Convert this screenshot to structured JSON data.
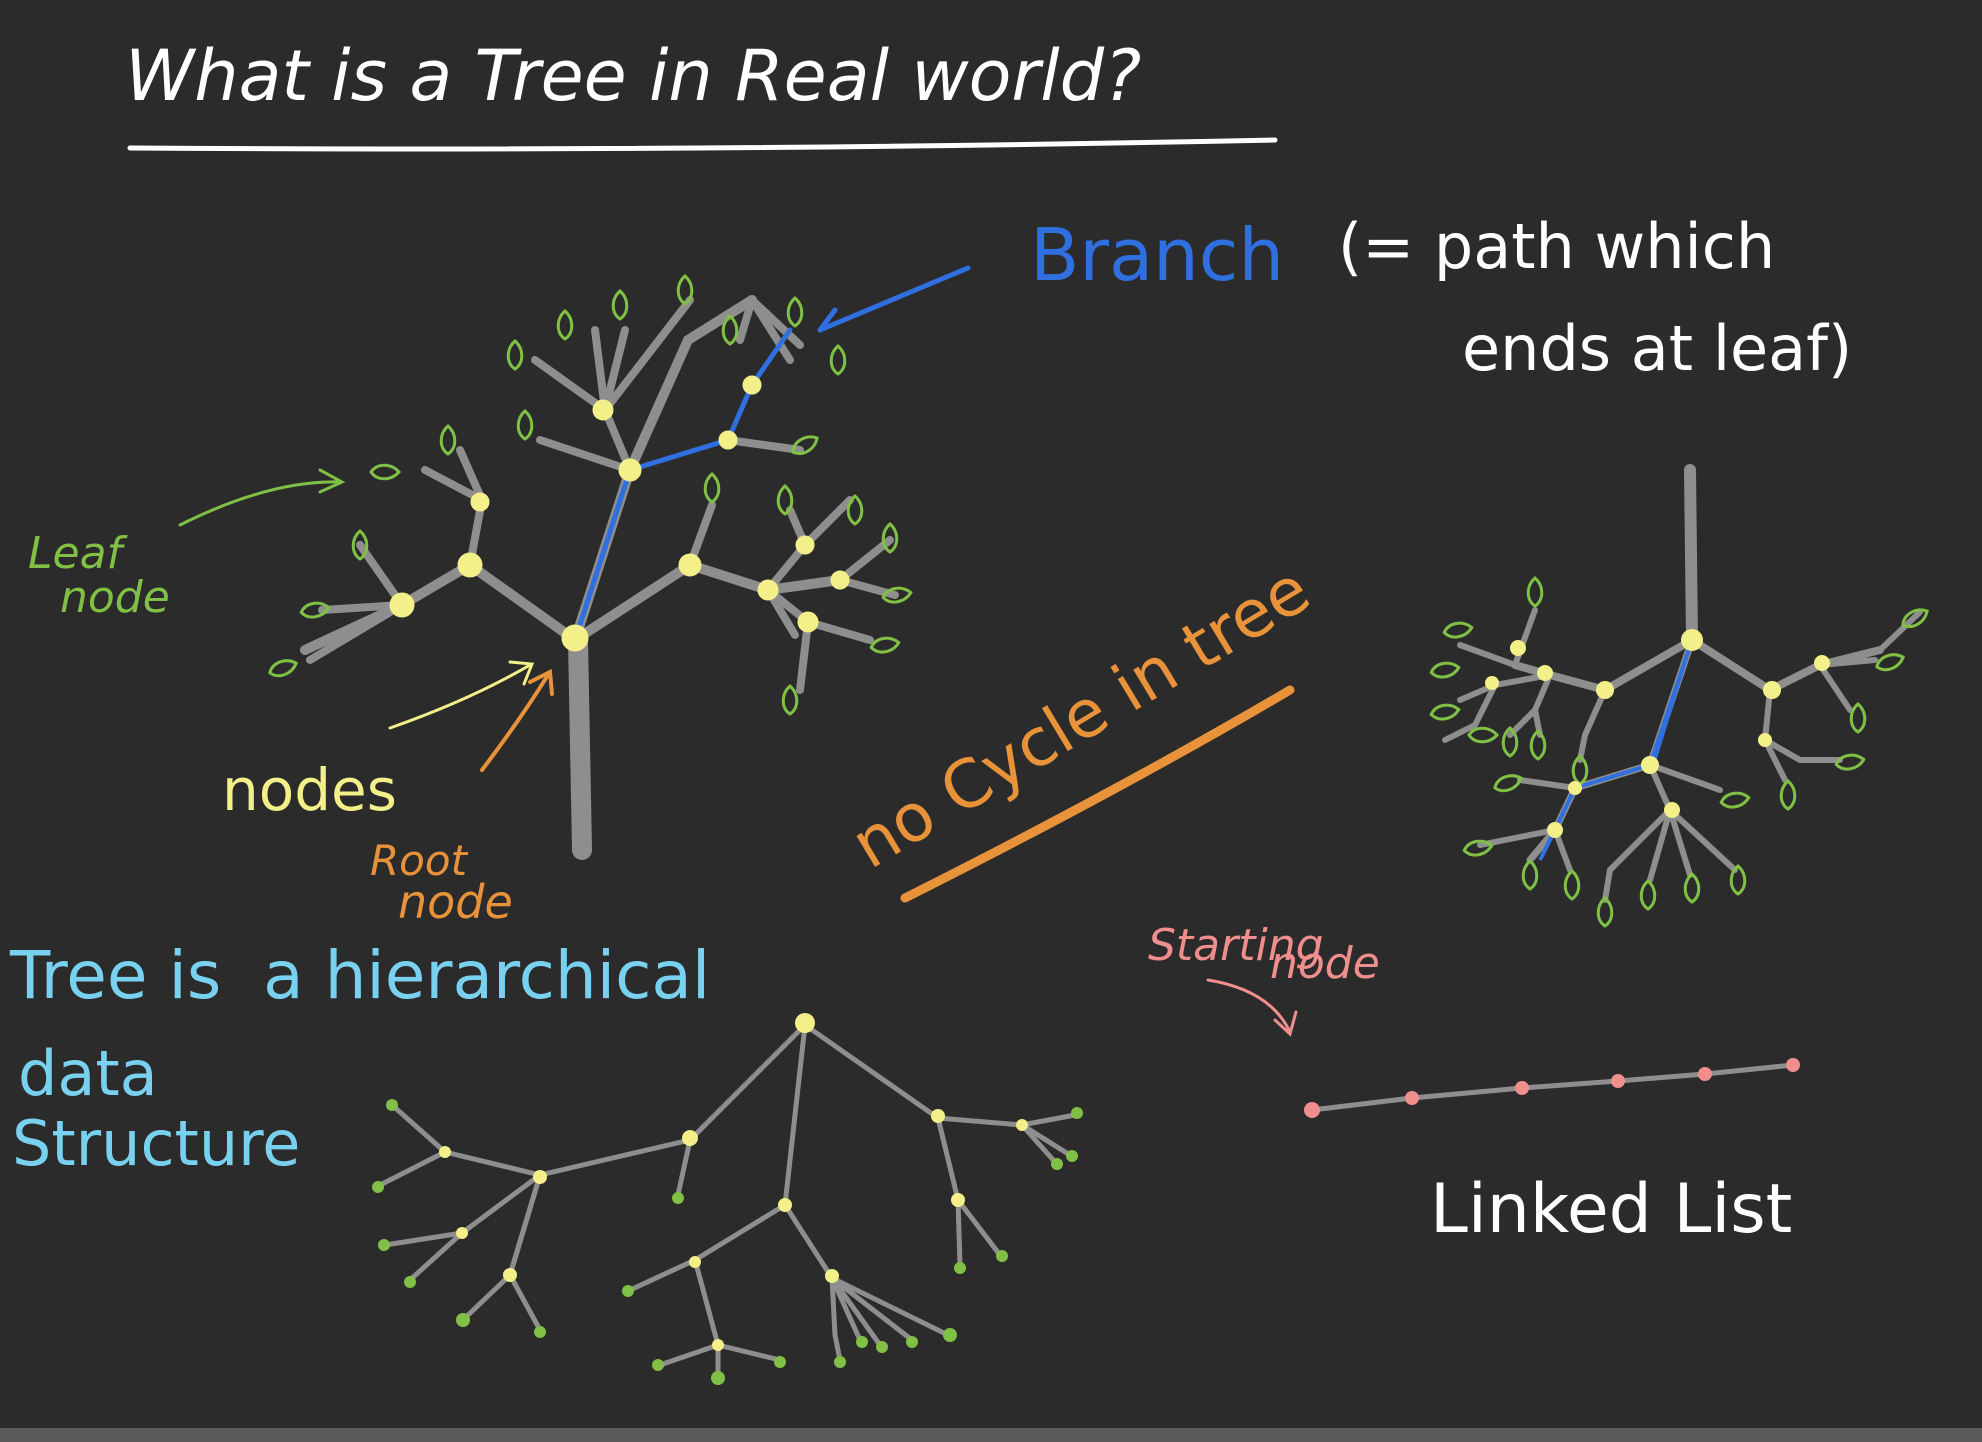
{
  "title": "What is a Tree in Real world?",
  "branch_label": "Branch",
  "branch_note_line1": "(= path which",
  "branch_note_line2": "ends at leaf)",
  "leaf_node_line1": "Leaf",
  "leaf_node_line2": "node",
  "nodes_label": "nodes",
  "root_node_line1": "Root",
  "root_node_line2": "node",
  "no_cycle_label": "no Cycle in tree",
  "definition_line1": "Tree is  a hierarchical",
  "definition_line2": "data",
  "definition_line3": "Structure",
  "starting_node_line1": "Starting",
  "starting_node_line2": "node",
  "linked_list_label": "Linked List",
  "colors": {
    "background": "#2b2b2b",
    "trunk": "#8e8e8e",
    "node": "#f3f08a",
    "leaf": "#7fc045",
    "branch": "#2f6fe0",
    "text": "#ffffff",
    "orange": "#e8923a",
    "cyan": "#79d1f0",
    "pink": "#f08e8e"
  }
}
